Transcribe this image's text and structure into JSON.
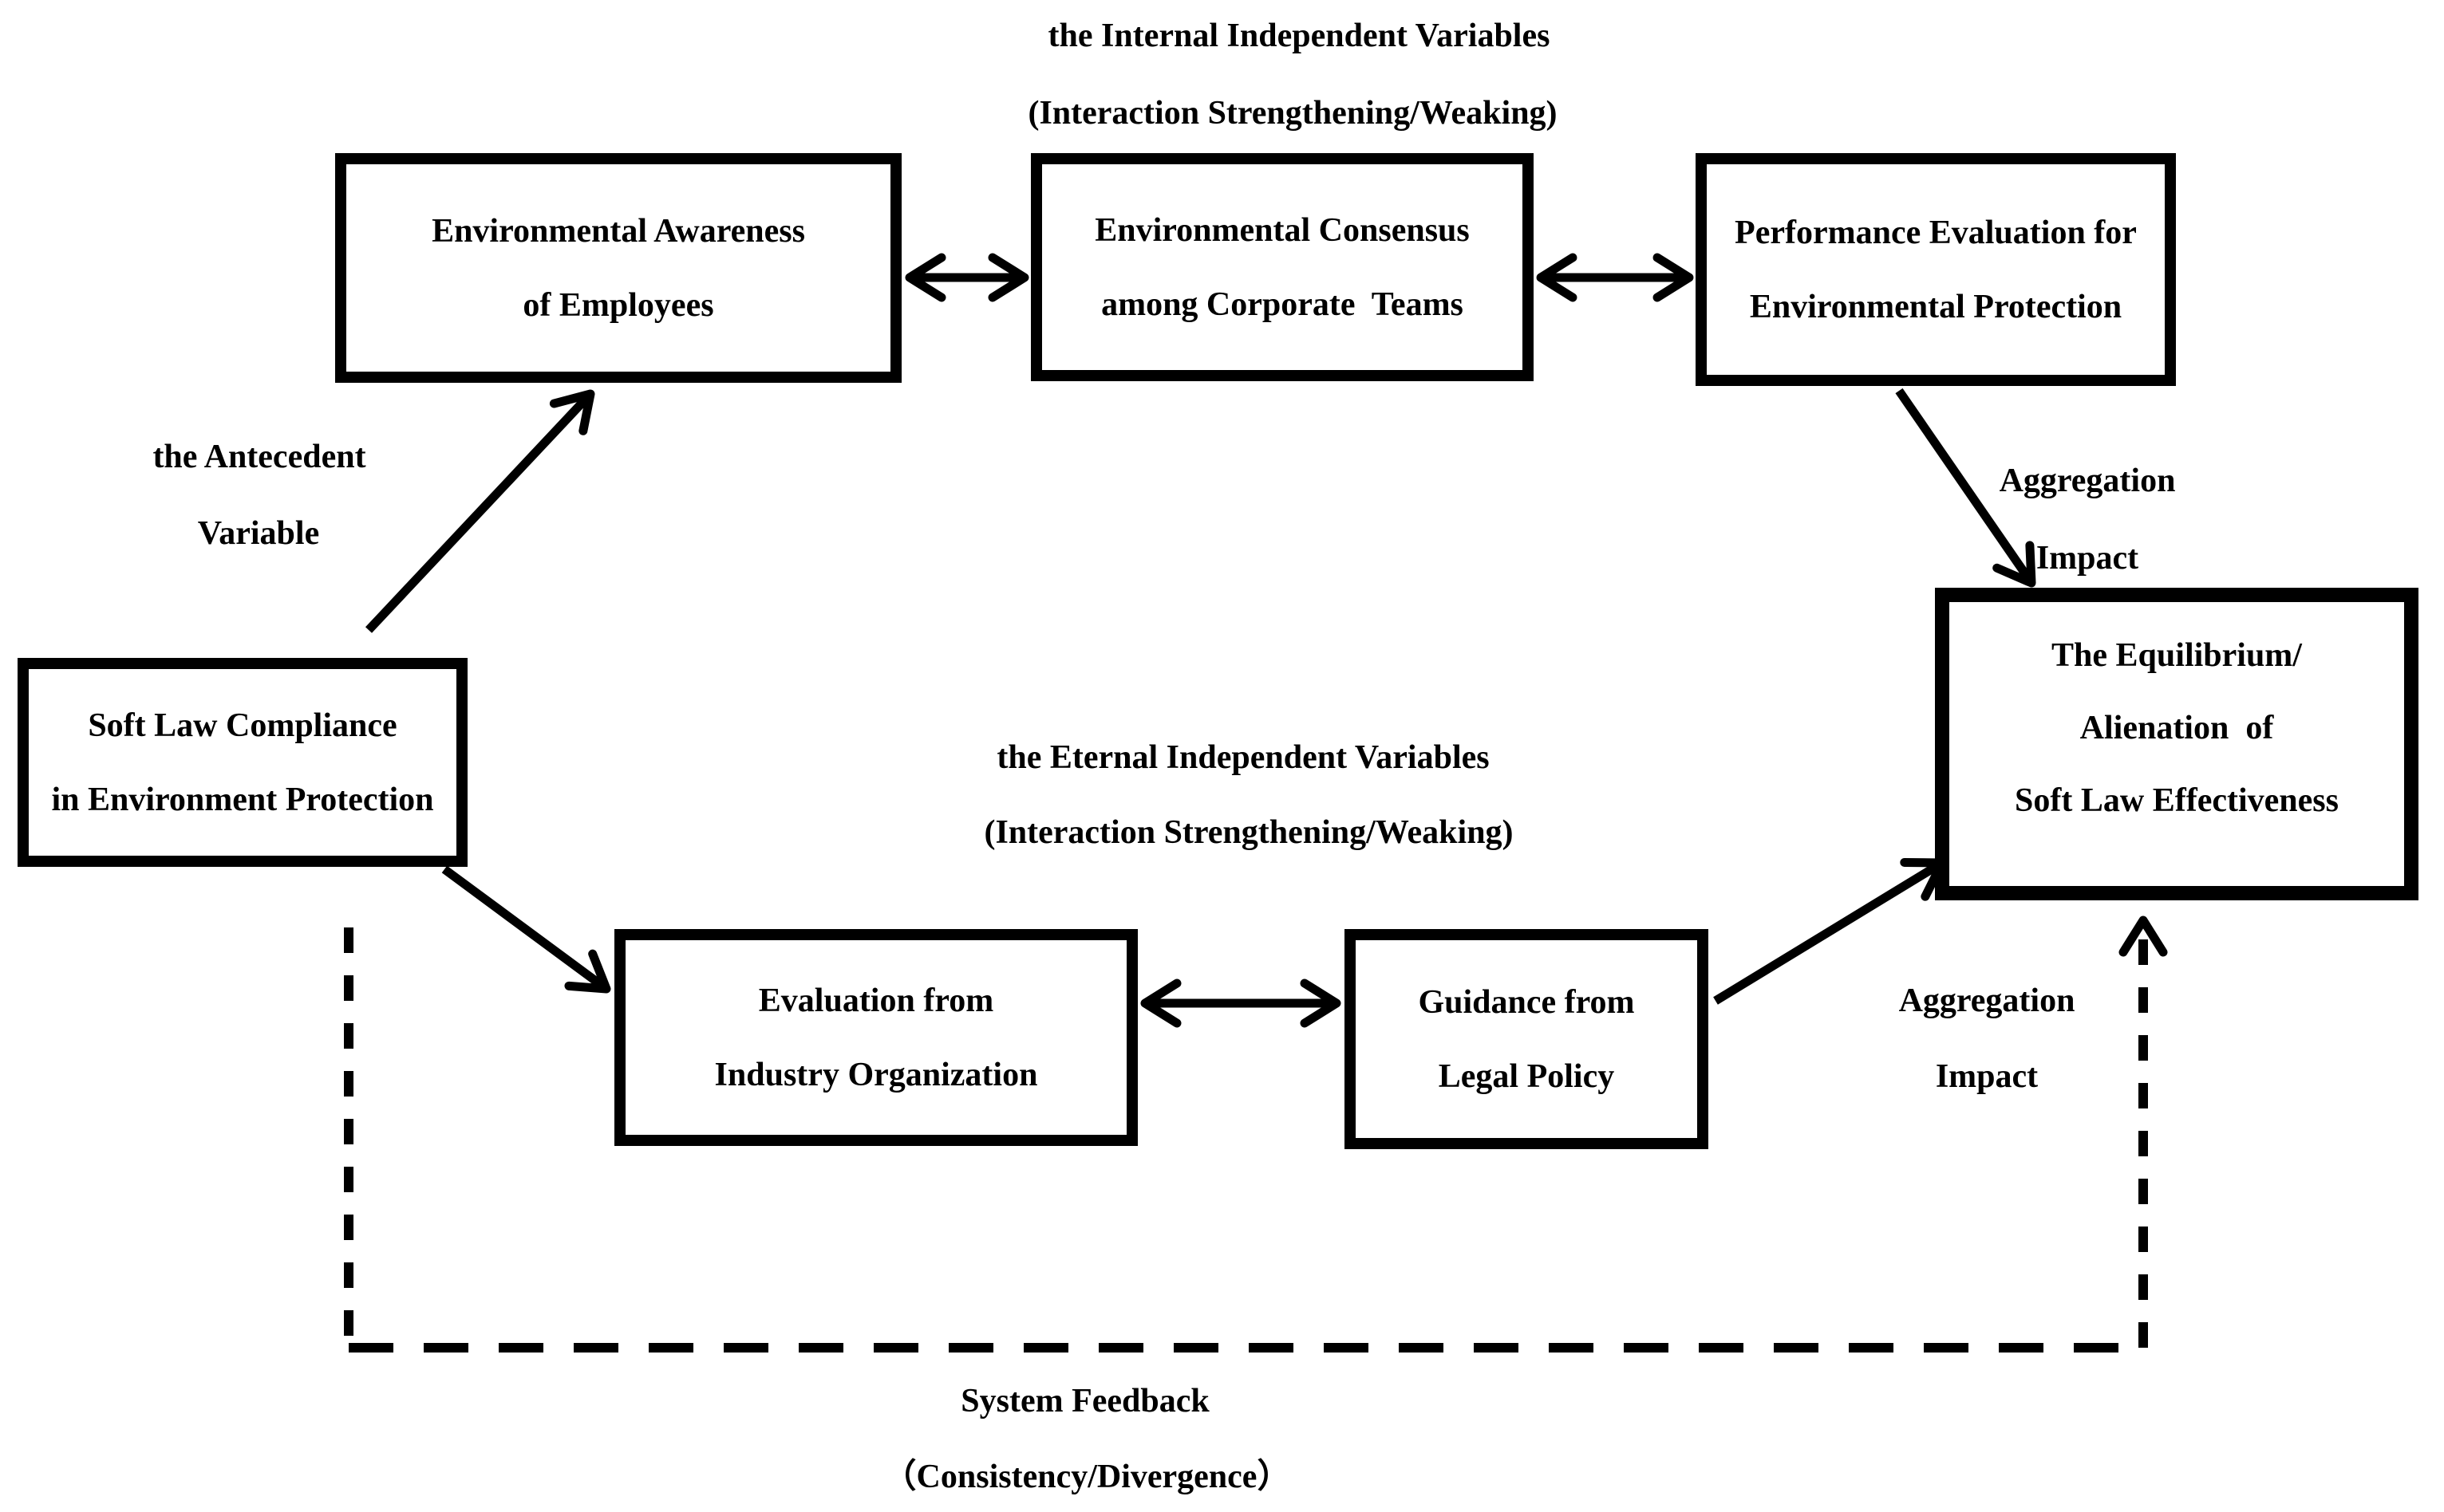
{
  "colors": {
    "background": "#ffffff",
    "line": "#000000",
    "text": "#000000"
  },
  "labels": {
    "internal_title_line1": "the Internal Independent Variables",
    "internal_title_line2": "(Interaction Strengthening/Weaking)",
    "antecedent_line1": "the Antecedent",
    "antecedent_line2": "Variable",
    "eternal_title_line1": "the Eternal Independent Variables",
    "eternal_title_line2": "(Interaction Strengthening/Weaking)",
    "aggregation_top_line1": "Aggregation",
    "aggregation_top_line2": "Impact",
    "aggregation_bottom_line1": "Aggregation",
    "aggregation_bottom_line2": "Impact",
    "feedback_line1": "System Feedback",
    "feedback_line2": "（Consistency/Divergence）"
  },
  "boxes": {
    "awareness": {
      "line1": "Environmental Awareness",
      "line2": "of Employees"
    },
    "consensus": {
      "line1": "Environmental Consensus",
      "line2": "among Corporate  Teams"
    },
    "performance": {
      "line1": "Performance Evaluation for",
      "line2": "Environmental Protection"
    },
    "compliance": {
      "line1": "Soft Law Compliance",
      "line2": "in Environment Protection"
    },
    "industry": {
      "line1": "Evaluation from",
      "line2": "Industry Organization"
    },
    "legal": {
      "line1": "Guidance from",
      "line2": "Legal Policy"
    },
    "equilibrium": {
      "line1": "The Equilibrium/",
      "line2": "Alienation  of",
      "line3": "Soft Law Effectiveness"
    }
  }
}
